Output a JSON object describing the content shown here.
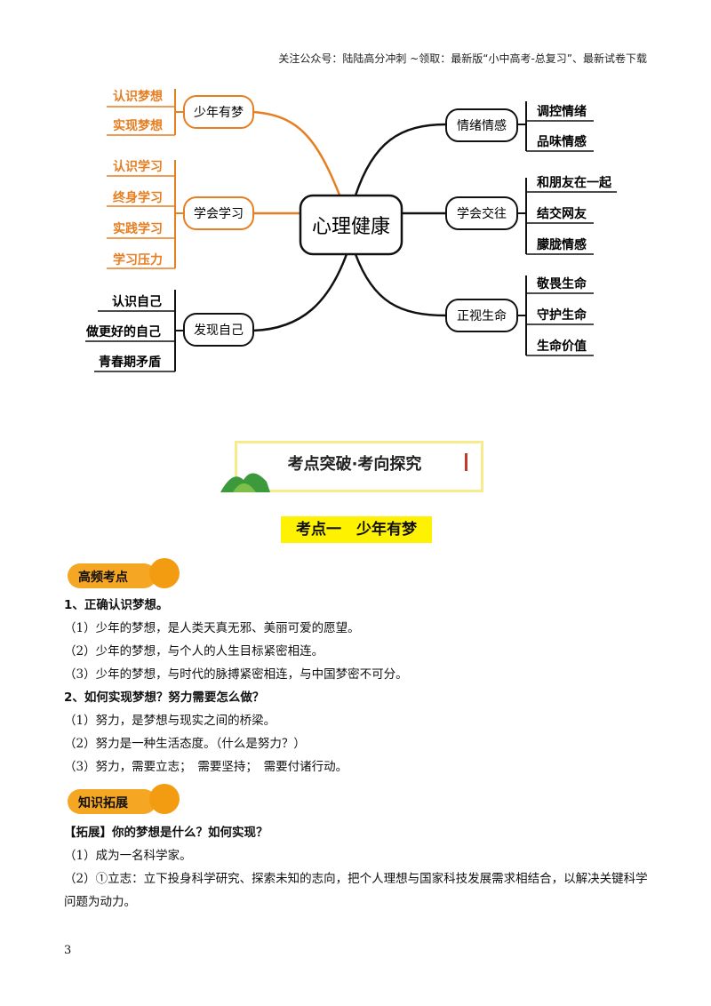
{
  "header_note": "关注公众号：陆陆高分冲刺  ~领取：最新版“小中高考-总复习”、最新试卷下载",
  "mindmap": {
    "center": "心理健康",
    "left": [
      {
        "label": "少年有梦",
        "leaves": [
          "认识梦想",
          "实现梦想"
        ]
      },
      {
        "label": "学会学习",
        "leaves": [
          "认识学习",
          "终身学习",
          "实践学习",
          "学习压力"
        ]
      },
      {
        "label": "发现自己",
        "leaves": [
          "认识自己",
          "做更好的自己",
          "青春期矛盾"
        ]
      }
    ],
    "right": [
      {
        "label": "情绪情感",
        "leaves": [
          "调控情绪",
          "品味情感"
        ]
      },
      {
        "label": "学会交往",
        "leaves": [
          "和朋友在一起",
          "结交网友",
          "朦胧情感"
        ]
      },
      {
        "label": "正视生命",
        "leaves": [
          "敬畏生命",
          "守护生命",
          "生命价值"
        ]
      }
    ]
  },
  "banner_title": "考点突破·考向探究",
  "section_title": "考点一　少年有梦",
  "badge1": "高频考点",
  "badge2": "知识拓展",
  "lines1": [
    {
      "text": "1、正确认识梦想。",
      "bold": true
    },
    {
      "text": "（1）少年的梦想，是人类天真无邪、美丽可爱的愿望。",
      "bold": false
    },
    {
      "text": "（2）少年的梦想，与个人的人生目标紧密相连。",
      "bold": false
    },
    {
      "text": "（3）少年的梦想，与时代的脉搏紧密相连，与中国梦密不可分。",
      "bold": false
    },
    {
      "text": "2、如何实现梦想？努力需要怎么做？",
      "bold": true
    },
    {
      "text": "（1）努力，是梦想与现实之间的桥梁。",
      "bold": false
    },
    {
      "text": "（2）努力是一种生活态度。（什么是努力？）",
      "bold": false
    },
    {
      "text": "（3）努力，需要立志；　需要坚持；　需要付诸行动。",
      "bold": false
    }
  ],
  "lines2": [
    {
      "text": "【拓展】你的梦想是什么？如何实现？",
      "bold": true
    },
    {
      "text": "（1）成为一名科学家。",
      "bold": false
    },
    {
      "text": "（2）①立志：立下投身科学研究、探索未知的志向，把个人理想与国家科技发展需求相结合，以解决关键科学问题为动力。",
      "bold": false
    }
  ],
  "page_number": "3",
  "colors": {
    "orange": "#e67e22",
    "black": "#111111",
    "yellow": "#fff200",
    "badge": "#f5a623"
  }
}
